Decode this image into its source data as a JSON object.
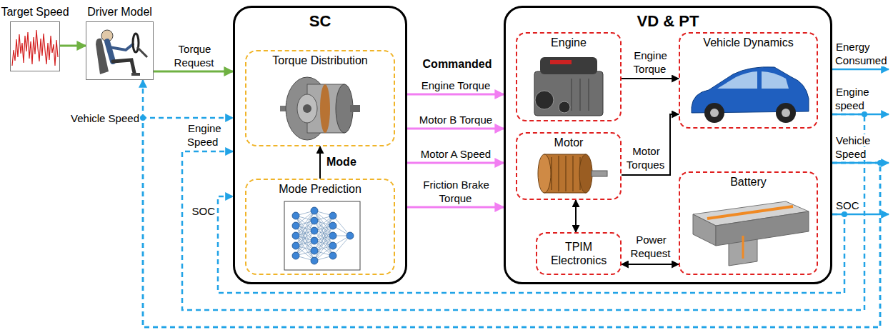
{
  "diagram": {
    "nodes": [
      {
        "text": [
          "Target Speed"
        ]
      },
      {
        "text": [
          "Driver Model"
        ]
      },
      {
        "text": [
          "SC"
        ]
      },
      {
        "text": [
          "Torque Distribution"
        ],
        "in": 2
      },
      {
        "text": [
          "Mode Prediction"
        ],
        "in": 2
      },
      {
        "text": [
          "VD & PT"
        ]
      },
      {
        "text": [
          "Engine"
        ],
        "in": 5
      },
      {
        "text": [
          "Vehicle Dynamics"
        ],
        "in": 5
      },
      {
        "text": [
          "Motor"
        ],
        "in": 5
      },
      {
        "text": [
          "TPIM Electronics"
        ],
        "in": 5
      },
      {
        "text": [
          "Battery"
        ],
        "in": 5
      }
    ],
    "edges": [
      {
        "from": 0,
        "to": 1,
        "arrow": "to"
      },
      {
        "from": 1,
        "to": 2,
        "arrow": "to",
        "label": "Torque Request"
      },
      {
        "from": 4,
        "to": 3,
        "arrow": "to",
        "label": "Mode"
      },
      {
        "from": 2,
        "to": 5,
        "arrow": "to",
        "label": "Engine Torque"
      },
      {
        "from": 2,
        "to": 5,
        "arrow": "to",
        "label": "Motor B Torque"
      },
      {
        "from": 2,
        "to": 5,
        "arrow": "to",
        "label": "Motor A Speed"
      },
      {
        "from": 2,
        "to": 5,
        "arrow": "to",
        "label": "Friction Brake Torque"
      },
      {
        "from": 6,
        "to": 7,
        "arrow": "to",
        "label": "Engine Torque"
      },
      {
        "from": 8,
        "to": 7,
        "arrow": "to",
        "label": "Motor Torques"
      },
      {
        "from": 8,
        "to": 9,
        "arrow": "both"
      },
      {
        "from": 9,
        "to": 10,
        "arrow": "both",
        "label": "Power Request"
      },
      {
        "from": 5,
        "to": 2,
        "arrow": "to",
        "label": "Engine Speed"
      },
      {
        "from": 5,
        "to": 2,
        "arrow": "to",
        "label": "Vehicle Speed"
      },
      {
        "from": 5,
        "to": 1,
        "arrow": "to"
      },
      {
        "from": 5,
        "to": 2,
        "arrow": "to",
        "label": "SOC"
      }
    ],
    "labels": [
      "Commanded",
      "Energy Consumed",
      "Engine speed",
      "Vehicle Speed",
      "SOC"
    ]
  }
}
